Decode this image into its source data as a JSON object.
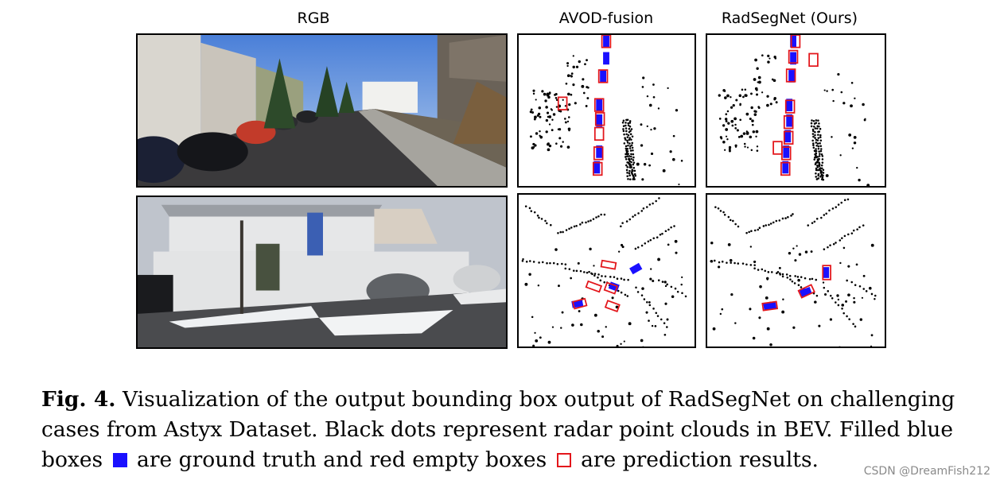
{
  "figure": {
    "columns": [
      "RGB",
      "AVOD-fusion",
      "RadSegNet (Ours)"
    ],
    "caption": {
      "label": "Fig. 4.",
      "part1": "Visualization of the output bounding box output of RadSegNet on challenging cases from Astyx Dataset. Black dots represent radar point clouds in BEV. Filled blue boxes",
      "part2": "are ground truth and red empty boxes",
      "part3": "are prediction results."
    },
    "colors": {
      "ground_truth": "#1a10ff",
      "prediction": "#e3161b",
      "radar_points": "#000000"
    }
  },
  "watermark": "CSDN @DreamFish212"
}
